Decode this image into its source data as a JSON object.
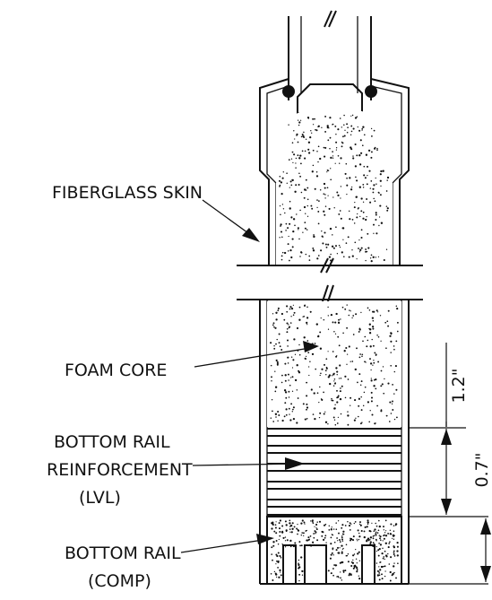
{
  "labels": {
    "fiberglass_skin": "FIBERGLASS SKIN",
    "foam_core": "FOAM CORE",
    "bottom_rail_reinforcement": [
      "BOTTOM RAIL",
      "REINFORCEMENT",
      "(LVL)"
    ],
    "bottom_rail_comp": [
      "BOTTOM RAIL",
      "(COMP)"
    ]
  },
  "dimensions": {
    "upper": "1.2\"",
    "lower": "0.7\""
  },
  "colors": {
    "line": "#111111",
    "background": "#ffffff"
  }
}
